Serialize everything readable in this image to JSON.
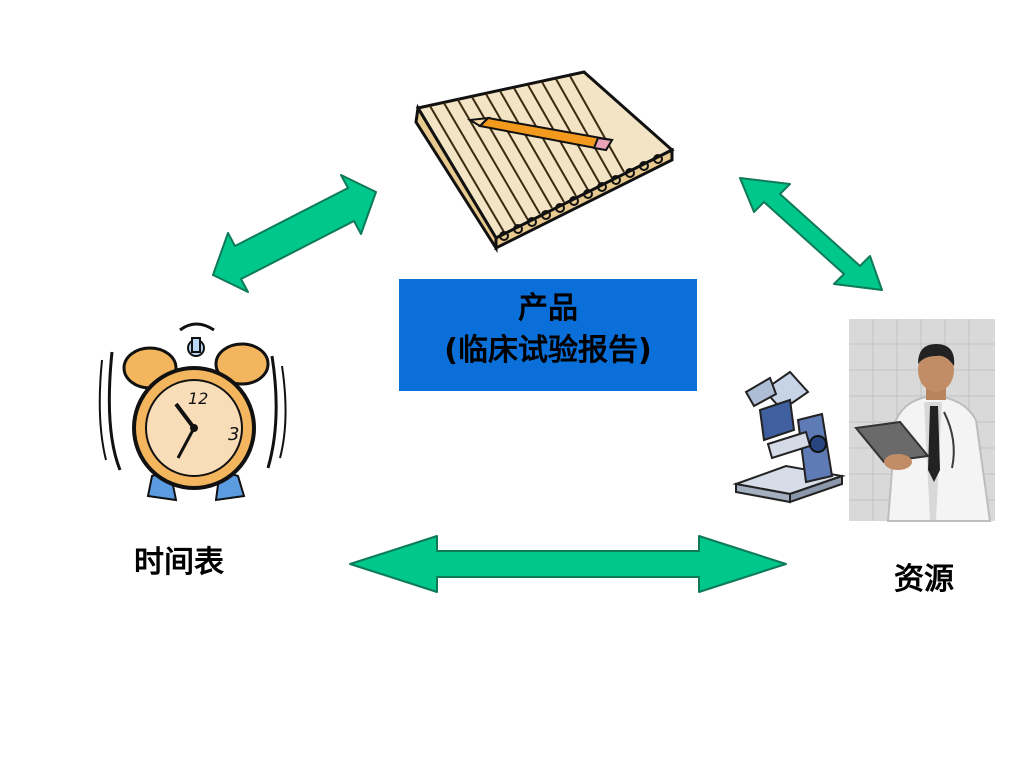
{
  "colors": {
    "arrow_fill": "#00C78C",
    "arrow_stroke": "#0f7a58",
    "box_fill": "#0A6FD8",
    "text": "#000000"
  },
  "center": {
    "title": "产品",
    "subtitle": "(临床试验报告)"
  },
  "nodes": {
    "schedule": {
      "label": "时间表",
      "icon": "alarm-clock-icon"
    },
    "resources": {
      "label": "资源",
      "icon": "doctor-microscope-icon"
    },
    "product": {
      "icon": "notepad-pencil-icon"
    }
  },
  "arrows": [
    {
      "name": "arrow-product-schedule",
      "direction": "bidirectional"
    },
    {
      "name": "arrow-product-resources",
      "direction": "bidirectional"
    },
    {
      "name": "arrow-schedule-resources",
      "direction": "bidirectional"
    }
  ]
}
